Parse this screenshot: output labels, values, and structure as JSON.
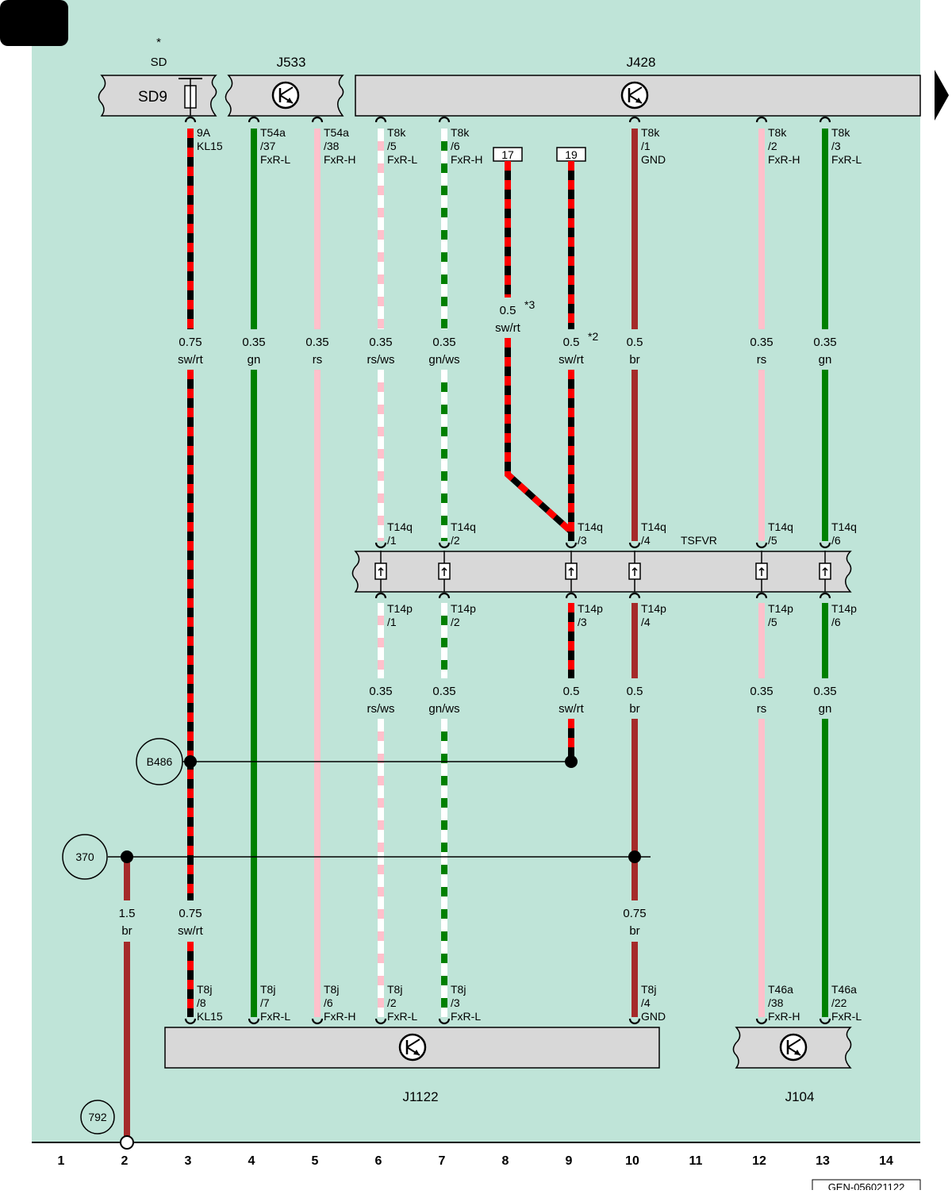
{
  "page_tag": "",
  "doc_code": "GEN-056021122",
  "column_numbers": [
    "1",
    "2",
    "3",
    "4",
    "5",
    "6",
    "7",
    "8",
    "9",
    "10",
    "11",
    "12",
    "13",
    "14"
  ],
  "colors": {
    "background": "#bfe4d8",
    "component_fill": "#d8d8d8",
    "black": "#000000",
    "red": "#ff0000",
    "green": "#008000",
    "pink": "#ffc0cb",
    "white": "#ffffff",
    "brown": "#a52a2a"
  },
  "components": {
    "sd": {
      "star": "*",
      "label": "SD",
      "inner": "SD9"
    },
    "j533": "J533",
    "j428": "J428",
    "tsfvr": "TSFVR",
    "j1122": "J1122",
    "j104": "J104"
  },
  "splice_labels": {
    "b486": "B486",
    "c370": "370",
    "c792": "792"
  },
  "connector_boxes": {
    "box17": "17",
    "box19": "19"
  },
  "footnotes": {
    "n3": "*3",
    "n2": "*2"
  },
  "wires": [
    {
      "id": "w3",
      "colors": [
        "black",
        "red"
      ],
      "gauge": "0.75",
      "code": "sw/rt",
      "top_pin": [
        "9A",
        "KL15",
        ""
      ],
      "bottom_pin": [
        "T8j",
        "/8",
        "KL15"
      ]
    },
    {
      "id": "w4",
      "colors": [
        "green"
      ],
      "gauge": "0.35",
      "code": "gn",
      "top_pin": [
        "T54a",
        "/37",
        "FxR-L"
      ],
      "bottom_pin": [
        "T8j",
        "/7",
        "FxR-L"
      ]
    },
    {
      "id": "w5",
      "colors": [
        "pink"
      ],
      "gauge": "0.35",
      "code": "rs",
      "top_pin": [
        "T54a",
        "/38",
        "FxR-H"
      ],
      "bottom_pin": [
        "T8j",
        "/6",
        "FxR-H"
      ]
    },
    {
      "id": "w6",
      "colors": [
        "pink",
        "white"
      ],
      "gauge": "0.35",
      "code": "rs/ws",
      "top_pin": [
        "T8k",
        "/5",
        "FxR-L"
      ],
      "tsfvr_top": [
        "T14q",
        "/1"
      ],
      "tsfvr_bottom": [
        "T14p",
        "/1"
      ],
      "gauge2": "0.35",
      "code2": "rs/ws",
      "bottom_pin": [
        "T8j",
        "/2",
        "FxR-L"
      ]
    },
    {
      "id": "w7",
      "colors": [
        "green",
        "white"
      ],
      "gauge": "0.35",
      "code": "gn/ws",
      "top_pin": [
        "T8k",
        "/6",
        "FxR-H"
      ],
      "tsfvr_top": [
        "T14q",
        "/2"
      ],
      "tsfvr_bottom": [
        "T14p",
        "/2"
      ],
      "gauge2": "0.35",
      "code2": "gn/ws",
      "bottom_pin": [
        "T8j",
        "/3",
        "FxR-L"
      ]
    },
    {
      "id": "w8",
      "colors": [
        "black",
        "red"
      ],
      "gauge": "0.5",
      "code": "sw/rt"
    },
    {
      "id": "w9",
      "colors": [
        "black",
        "red"
      ],
      "gauge": "0.5",
      "code": "sw/rt",
      "tsfvr_top": [
        "T14q",
        "/3"
      ],
      "tsfvr_bottom": [
        "T14p",
        "/3"
      ],
      "gauge2": "0.5",
      "code2": "sw/rt"
    },
    {
      "id": "w10",
      "colors": [
        "brown"
      ],
      "gauge": "0.5",
      "code": "br",
      "top_pin": [
        "T8k",
        "/1",
        "GND"
      ],
      "tsfvr_top": [
        "T14q",
        "/4"
      ],
      "tsfvr_bottom": [
        "T14p",
        "/4"
      ],
      "gauge2": "0.5",
      "code2": "br",
      "gauge3": "0.75",
      "code3": "br",
      "bottom_pin": [
        "T8j",
        "/4",
        "GND"
      ]
    },
    {
      "id": "w12",
      "colors": [
        "pink"
      ],
      "gauge": "0.35",
      "code": "rs",
      "top_pin": [
        "T8k",
        "/2",
        "FxR-H"
      ],
      "tsfvr_top": [
        "T14q",
        "/5"
      ],
      "tsfvr_bottom": [
        "T14p",
        "/5"
      ],
      "gauge2": "0.35",
      "code2": "rs",
      "bottom_pin": [
        "T46a",
        "/38",
        "FxR-H"
      ]
    },
    {
      "id": "w13",
      "colors": [
        "green"
      ],
      "gauge": "0.35",
      "code": "gn",
      "top_pin": [
        "T8k",
        "/3",
        "FxR-L"
      ],
      "tsfvr_top": [
        "T14q",
        "/6"
      ],
      "tsfvr_bottom": [
        "T14p",
        "/6"
      ],
      "gauge2": "0.35",
      "code2": "gn",
      "bottom_pin": [
        "T46a",
        "/22",
        "FxR-L"
      ]
    },
    {
      "id": "w2",
      "colors": [
        "brown"
      ],
      "gauge": "1.5",
      "code": "br"
    }
  ],
  "w3_lower": {
    "gauge": "0.75",
    "code": "sw/rt"
  }
}
